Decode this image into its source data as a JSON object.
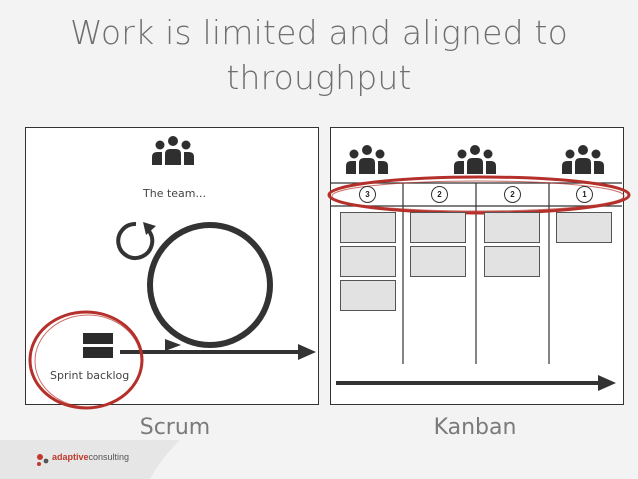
{
  "title": {
    "line1": "Work is limited and aligned to",
    "line2": "throughput"
  },
  "scrum": {
    "label": "Scrum",
    "team_label": "The team...",
    "backlog_label": "Sprint backlog",
    "icon": "team-icon"
  },
  "kanban": {
    "label": "Kanban",
    "wip_limits": [
      "3",
      "2",
      "2",
      "1"
    ],
    "cards_per_column": [
      3,
      2,
      2,
      1
    ],
    "icon": "team-icon"
  },
  "logo": {
    "brand": "adaptive",
    "suffix": "consulting"
  },
  "colors": {
    "accent_red": "#b5302a",
    "ink": "#333333",
    "card_fill": "#e2e2e2"
  }
}
